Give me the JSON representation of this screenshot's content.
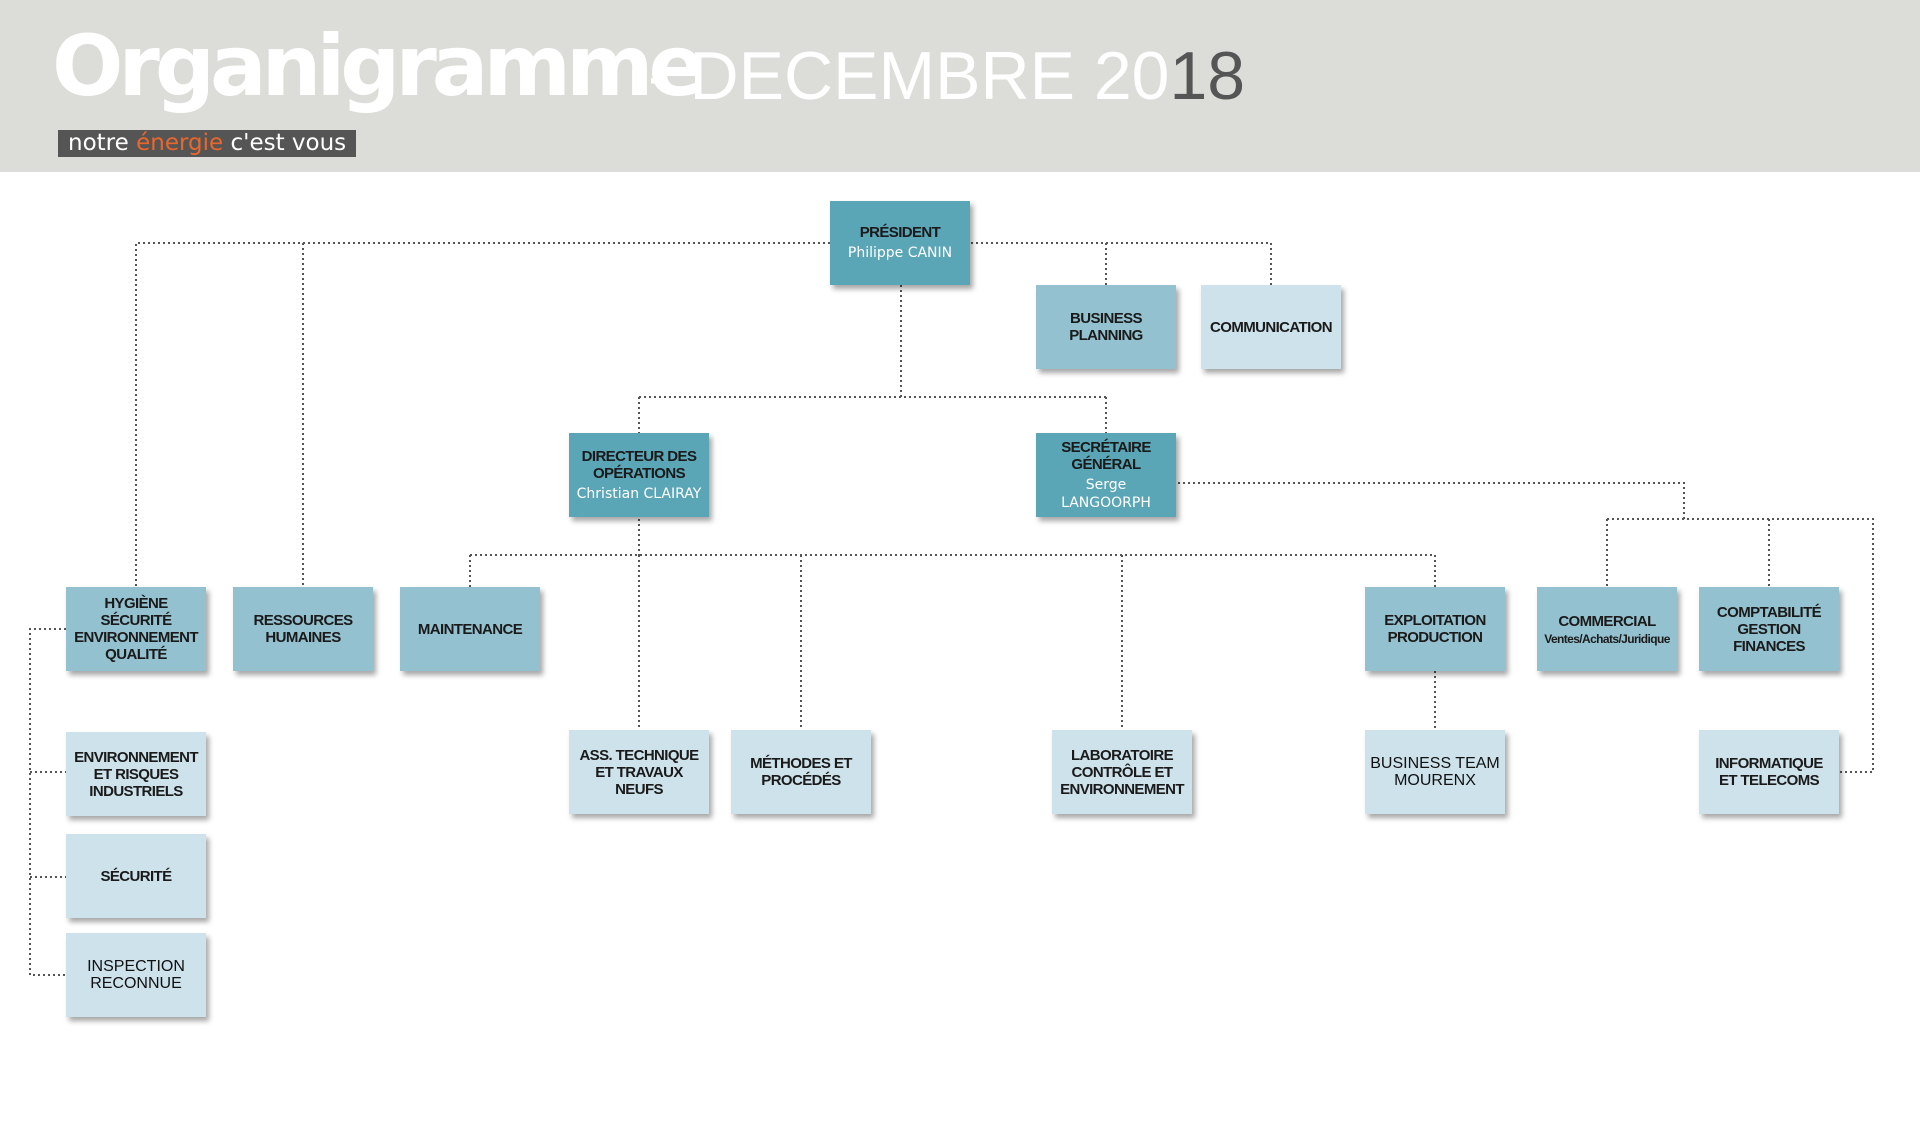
{
  "header": {
    "title": "Organigramme",
    "subtitle_prefix": "- DECEMBRE 20",
    "subtitle_suffix": "18",
    "tagline_before": "notre ",
    "tagline_accent": "énergie",
    "tagline_after": " c'est vous"
  },
  "colors": {
    "header_bg": "#dcdcd8",
    "box_dark": "#5aa5b6",
    "box_medium": "#94c1cf",
    "box_light": "#cde2ea",
    "accent": "#e9672b"
  },
  "nodes": {
    "president": {
      "title": "PRÉSIDENT",
      "person": "Philippe CANIN"
    },
    "business_planning": {
      "title": "BUSINESS\nPLANNING"
    },
    "communication": {
      "title": "COMMUNICATION"
    },
    "directeur_operations": {
      "title": "DIRECTEUR DES\nOPÉRATIONS",
      "person": "Christian CLAIRAY"
    },
    "secretaire_general": {
      "title": "SECRÉTAIRE GÉNÉRAL",
      "person": "Serge\nLANGOORPH"
    },
    "hse": {
      "title": "HYGIÈNE SÉCURITÉ\nENVIRONNEMENT\nQUALITÉ"
    },
    "ressources_humaines": {
      "title": "RESSOURCES\nHUMAINES"
    },
    "maintenance": {
      "title": "MAINTENANCE"
    },
    "exploitation_production": {
      "title": "EXPLOITATION\nPRODUCTION"
    },
    "commercial": {
      "title": "COMMERCIAL",
      "sub": "Ventes/Achats/Juridique"
    },
    "comptabilite": {
      "title": "COMPTABILITÉ\nGESTION\nFINANCES"
    },
    "environnement_risques": {
      "title": "ENVIRONNEMENT\nET RISQUES\nINDUSTRIELS"
    },
    "securite": {
      "title": "SÉCURITÉ"
    },
    "inspection_reconnue": {
      "title": "INSPECTION\nRECONNUE"
    },
    "ass_technique": {
      "title": "ASS. TECHNIQUE\nET TRAVAUX NEUFS"
    },
    "methodes_procedes": {
      "title": "MÉTHODES ET\nPROCÉDÉS"
    },
    "laboratoire": {
      "title": "LABORATOIRE\nCONTRÔLE ET\nENVIRONNEMENT"
    },
    "business_team": {
      "title": "BUSINESS TEAM\nMOURENX"
    },
    "informatique": {
      "title": "INFORMATIQUE\nET TELECOMS"
    }
  }
}
